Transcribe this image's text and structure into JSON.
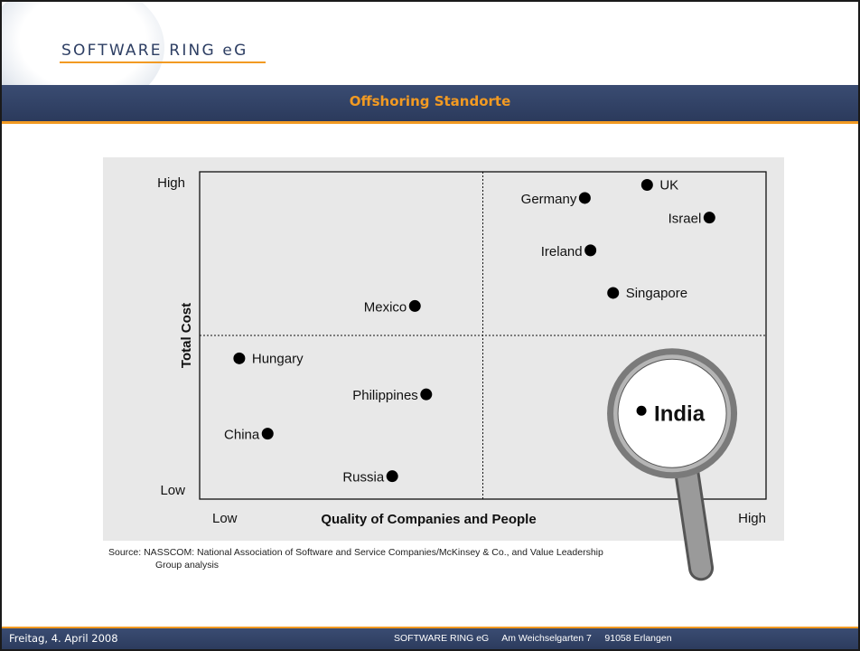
{
  "header": {
    "logo_text": "SOFTWARE RING eG",
    "title": "Offshoring Standorte"
  },
  "colors": {
    "navy": "#2b3a5c",
    "orange": "#f29a22",
    "chart_background": "#e8e8e8"
  },
  "chart_data": {
    "type": "scatter",
    "xlabel": "Quality of Companies and People",
    "ylabel": "Total Cost",
    "x_ticks": [
      "Low",
      "High"
    ],
    "y_ticks": [
      "Low",
      "High"
    ],
    "xlim": [
      0,
      100
    ],
    "ylim": [
      0,
      100
    ],
    "quadrant_dividers": {
      "x": 50,
      "y": 50
    },
    "grid": false,
    "points": [
      {
        "label": "UK",
        "x": 79,
        "y": 96,
        "label_side": "right"
      },
      {
        "label": "Germany",
        "x": 68,
        "y": 92,
        "label_side": "left"
      },
      {
        "label": "Israel",
        "x": 90,
        "y": 86,
        "label_side": "left"
      },
      {
        "label": "Ireland",
        "x": 69,
        "y": 76,
        "label_side": "left"
      },
      {
        "label": "Singapore",
        "x": 73,
        "y": 63,
        "label_side": "right"
      },
      {
        "label": "Mexico",
        "x": 38,
        "y": 59,
        "label_side": "left"
      },
      {
        "label": "Hungary",
        "x": 7,
        "y": 43,
        "label_side": "right"
      },
      {
        "label": "Philippines",
        "x": 40,
        "y": 32,
        "label_side": "left"
      },
      {
        "label": "China",
        "x": 12,
        "y": 20,
        "label_side": "left"
      },
      {
        "label": "Russia",
        "x": 34,
        "y": 7,
        "label_side": "left"
      },
      {
        "label": "India",
        "x": 78,
        "y": 27,
        "label_side": "right",
        "highlight": true
      }
    ]
  },
  "source": {
    "line1": "Source:  NASSCOM:  National Association of Software and Service Companies/McKinsey & Co., and Value Leadership",
    "line2": "Group analysis"
  },
  "footer": {
    "date": "Freitag, 4. April 2008",
    "info": "SOFTWARE RING eG     Am Weichselgarten 7     91058 Erlangen"
  }
}
